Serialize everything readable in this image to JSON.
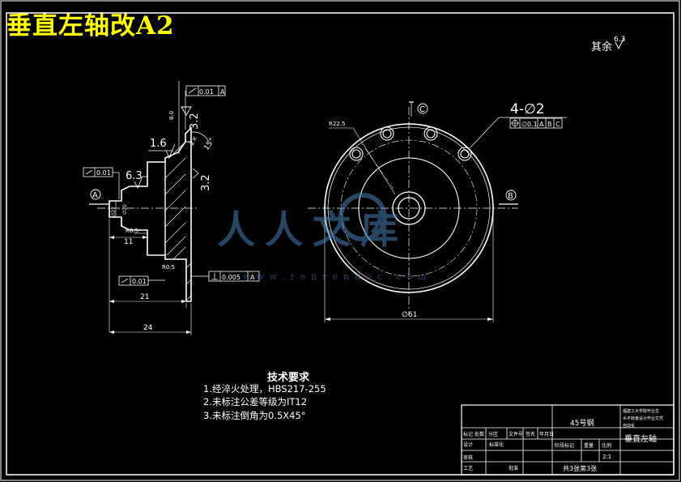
{
  "title": "垂直左轴改A2",
  "surface_finish_note": {
    "prefix": "其余",
    "value": "6.3"
  },
  "side_view": {
    "flatness_top": "0.01",
    "flatness_top_datum": "A",
    "roughness_top": "3.2",
    "roughness_top_mirrored": "8.0",
    "angle": "15°",
    "chamfer_mark": "2×",
    "roughness_1_6": "1.6",
    "roughness_6_3": "6.3",
    "roughness_3_2_side": "3.2",
    "flatness_left": "0.01",
    "section_label": "A",
    "left_vertical_dim": "∅27",
    "small_vertical_dim": "∅20",
    "radius_1": "R0.5",
    "radius_2": "R0.5",
    "dim_11": "11",
    "dim_21": "21",
    "dim_24": "24",
    "flatness_bottom": "0.01",
    "perp_tolerance": "0.005",
    "perp_datum": "A"
  },
  "front_view": {
    "radius_label": "R22.5",
    "datum_c": "C",
    "holes_label": "4-∅2",
    "position_tol": "∅0.1",
    "position_datums": [
      "A",
      "B",
      "C"
    ],
    "datum_b": "B",
    "diameter_dim": "∅61"
  },
  "watermark": {
    "text": "人人文库",
    "url": "www.renrendoc.com"
  },
  "tech_req": {
    "heading": "技术要求",
    "items": [
      "1.经淬火处理，HBS217-255",
      "2.未标注公差等级为IT12",
      "3.未标注倒角为0.5X45°"
    ]
  },
  "title_block": {
    "material": "45号钢",
    "school": "福建工大学院毕业生",
    "project": "水平转盘设计毕业文凭",
    "extra": "自动化",
    "col_headers": [
      "标记",
      "处数",
      "分区",
      "文件号",
      "签名",
      "年月日"
    ],
    "stage_headers": [
      "阶段标记",
      "重量",
      "比例"
    ],
    "part_name": "垂直左轴",
    "scale": "2:1",
    "roles": [
      "设计",
      "审核",
      "工艺"
    ],
    "standard": "标准化",
    "approve": "批准",
    "sheets": "共3张第3张"
  }
}
